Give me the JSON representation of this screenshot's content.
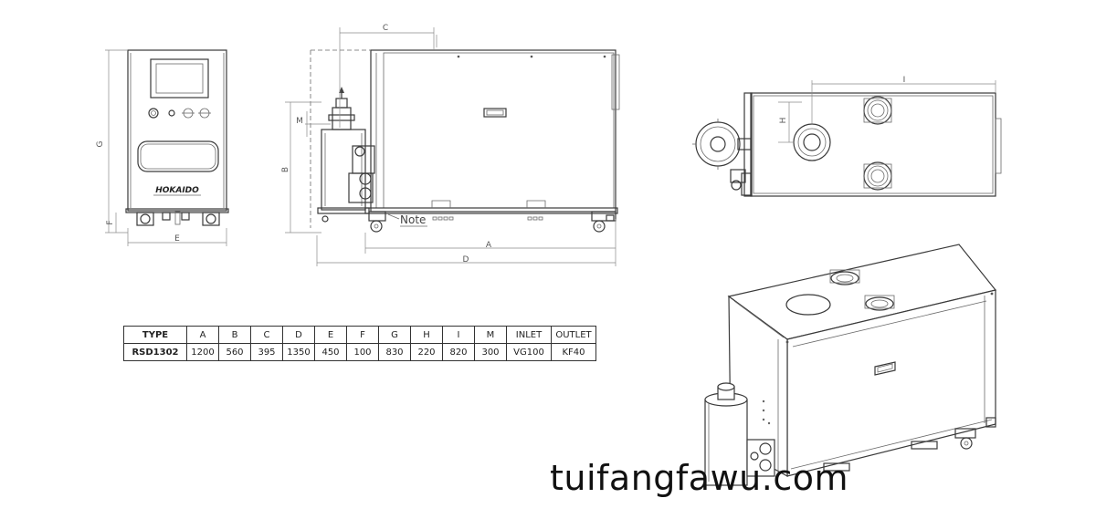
{
  "front_view": {
    "logo_text": "HOKAIDO",
    "dim_labels": {
      "height": "G",
      "foot": "F",
      "width": "E"
    }
  },
  "side_view": {
    "note_label": "Note",
    "dim_labels": {
      "top_offset": "C",
      "height": "B",
      "tank": "M",
      "length": "A",
      "overall": "D"
    }
  },
  "top_view": {
    "dim_labels": {
      "port_depth": "H",
      "port_distance": "I"
    }
  },
  "spec_table": {
    "headers": [
      "TYPE",
      "A",
      "B",
      "C",
      "D",
      "E",
      "F",
      "G",
      "H",
      "I",
      "M",
      "INLET",
      "OUTLET"
    ],
    "rows": [
      [
        "RSD1302",
        "1200",
        "560",
        "395",
        "1350",
        "450",
        "100",
        "830",
        "220",
        "820",
        "300",
        "VG100",
        "KF40"
      ]
    ]
  },
  "watermark": "tuifangfawu.com"
}
